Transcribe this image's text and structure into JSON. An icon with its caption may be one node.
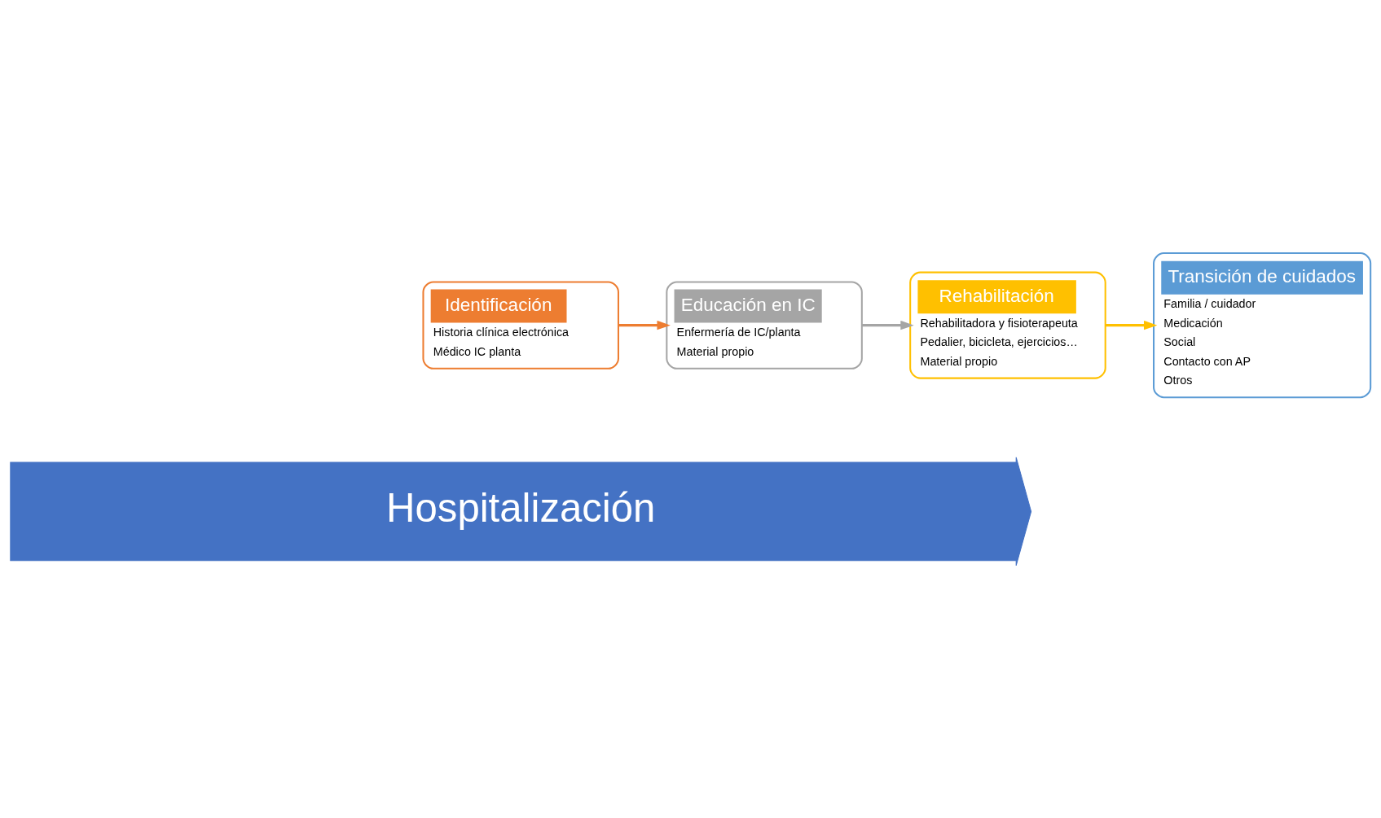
{
  "diagram": {
    "nodes": [
      {
        "text": [
          "Identificación",
          "Historia clínica electrónica",
          "Médico IC planta"
        ]
      },
      {
        "text": [
          "Educación en IC",
          "Enfermería de IC/planta",
          "Material propio"
        ]
      },
      {
        "text": [
          "Rehabilitación",
          "Rehabilitadora y fisioterapeuta",
          "Pedalier, bicicleta, ejercicios…",
          "Material propio"
        ]
      },
      {
        "text": [
          "Transición de cuidados",
          "Familia / cuidador",
          "Medicación",
          "Social",
          "Contacto con AP",
          "Otros"
        ]
      },
      {
        "text": [
          "Hospitalización"
        ]
      }
    ],
    "edges": [
      {
        "from": 0,
        "to": 1,
        "arrow": "to",
        "color": "#ed7d31"
      },
      {
        "from": 1,
        "to": 2,
        "arrow": "to",
        "color": "#a5a5a5"
      },
      {
        "from": 2,
        "to": 3,
        "arrow": "to",
        "color": "#ffc000"
      }
    ]
  }
}
